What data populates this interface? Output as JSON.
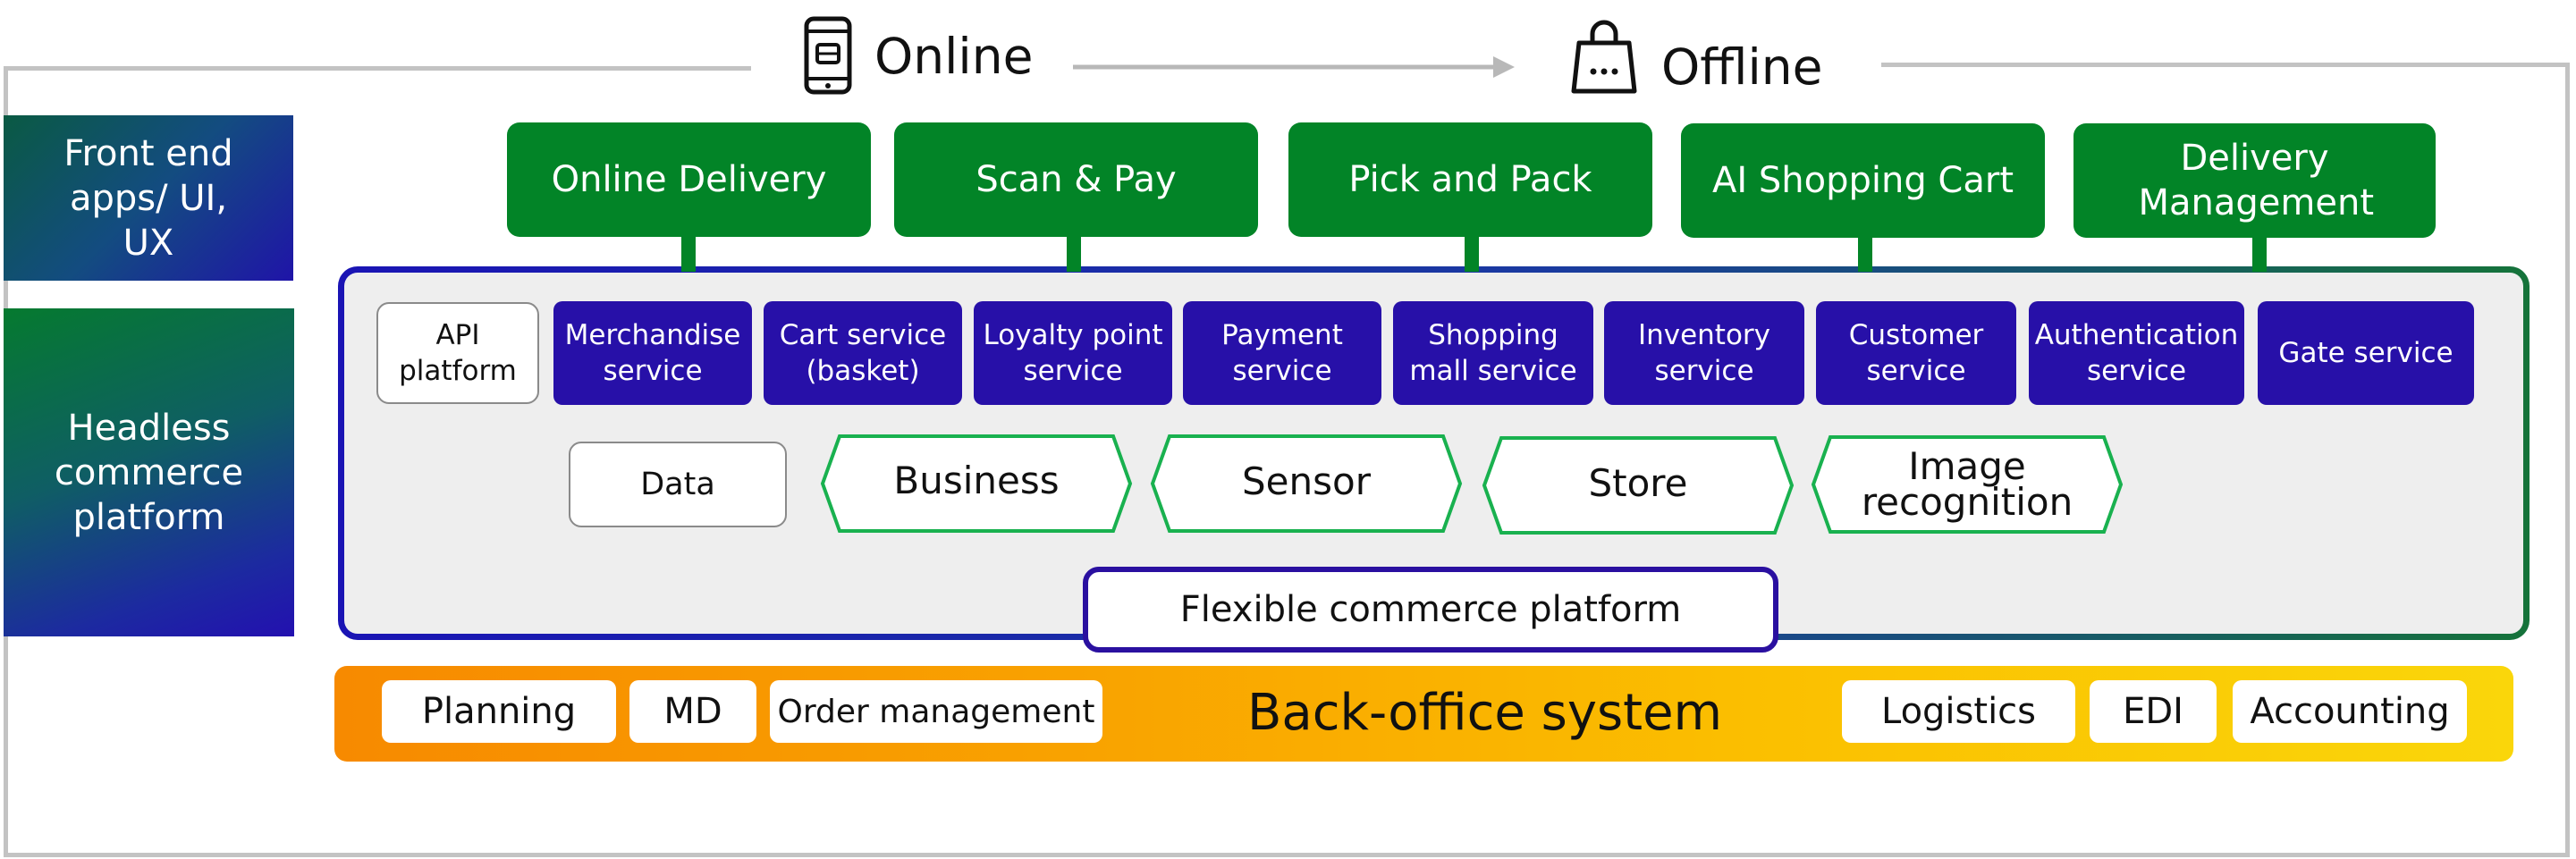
{
  "header": {
    "online_label": "Online",
    "offline_label": "Offline",
    "online_icon": "smartphone-icon",
    "offline_icon": "shopping-bag-icon"
  },
  "sidebar": {
    "frontend_label": "Front end apps/ UI, UX",
    "headless_label": "Headless commerce platform"
  },
  "frontend_apps": [
    {
      "label": "Online Delivery"
    },
    {
      "label": "Scan & Pay"
    },
    {
      "label": "Pick and Pack"
    },
    {
      "label": "AI Shopping Cart"
    },
    {
      "label": "Delivery Management"
    }
  ],
  "services": {
    "api_platform": "API platform",
    "items": [
      {
        "label": "Merchandise service"
      },
      {
        "label": "Cart service (basket)"
      },
      {
        "label": "Loyalty point service"
      },
      {
        "label": "Payment service"
      },
      {
        "label": "Shopping mall service"
      },
      {
        "label": "Inventory service"
      },
      {
        "label": "Customer service"
      },
      {
        "label": "Authentication service"
      },
      {
        "label": "Gate service"
      }
    ]
  },
  "data_row": {
    "data_label": "Data",
    "hexes": [
      {
        "label": "Business"
      },
      {
        "label": "Sensor"
      },
      {
        "label": "Store"
      },
      {
        "label": "Image recognition"
      }
    ]
  },
  "platform_label": "Flexible commerce platform",
  "backoffice": {
    "title": "Back-office system",
    "left_items": [
      {
        "label": "Planning"
      },
      {
        "label": "MD"
      },
      {
        "label": "Order management"
      }
    ],
    "right_items": [
      {
        "label": "Logistics"
      },
      {
        "label": "EDI"
      },
      {
        "label": "Accounting"
      }
    ]
  },
  "colors": {
    "green": "#028427",
    "service_blue": "#2710a8",
    "platform_border_blue": "#2a10a0",
    "backoffice_orange": "#f78a00",
    "backoffice_yellow": "#fad60a",
    "hex_border": "#19b14f"
  }
}
